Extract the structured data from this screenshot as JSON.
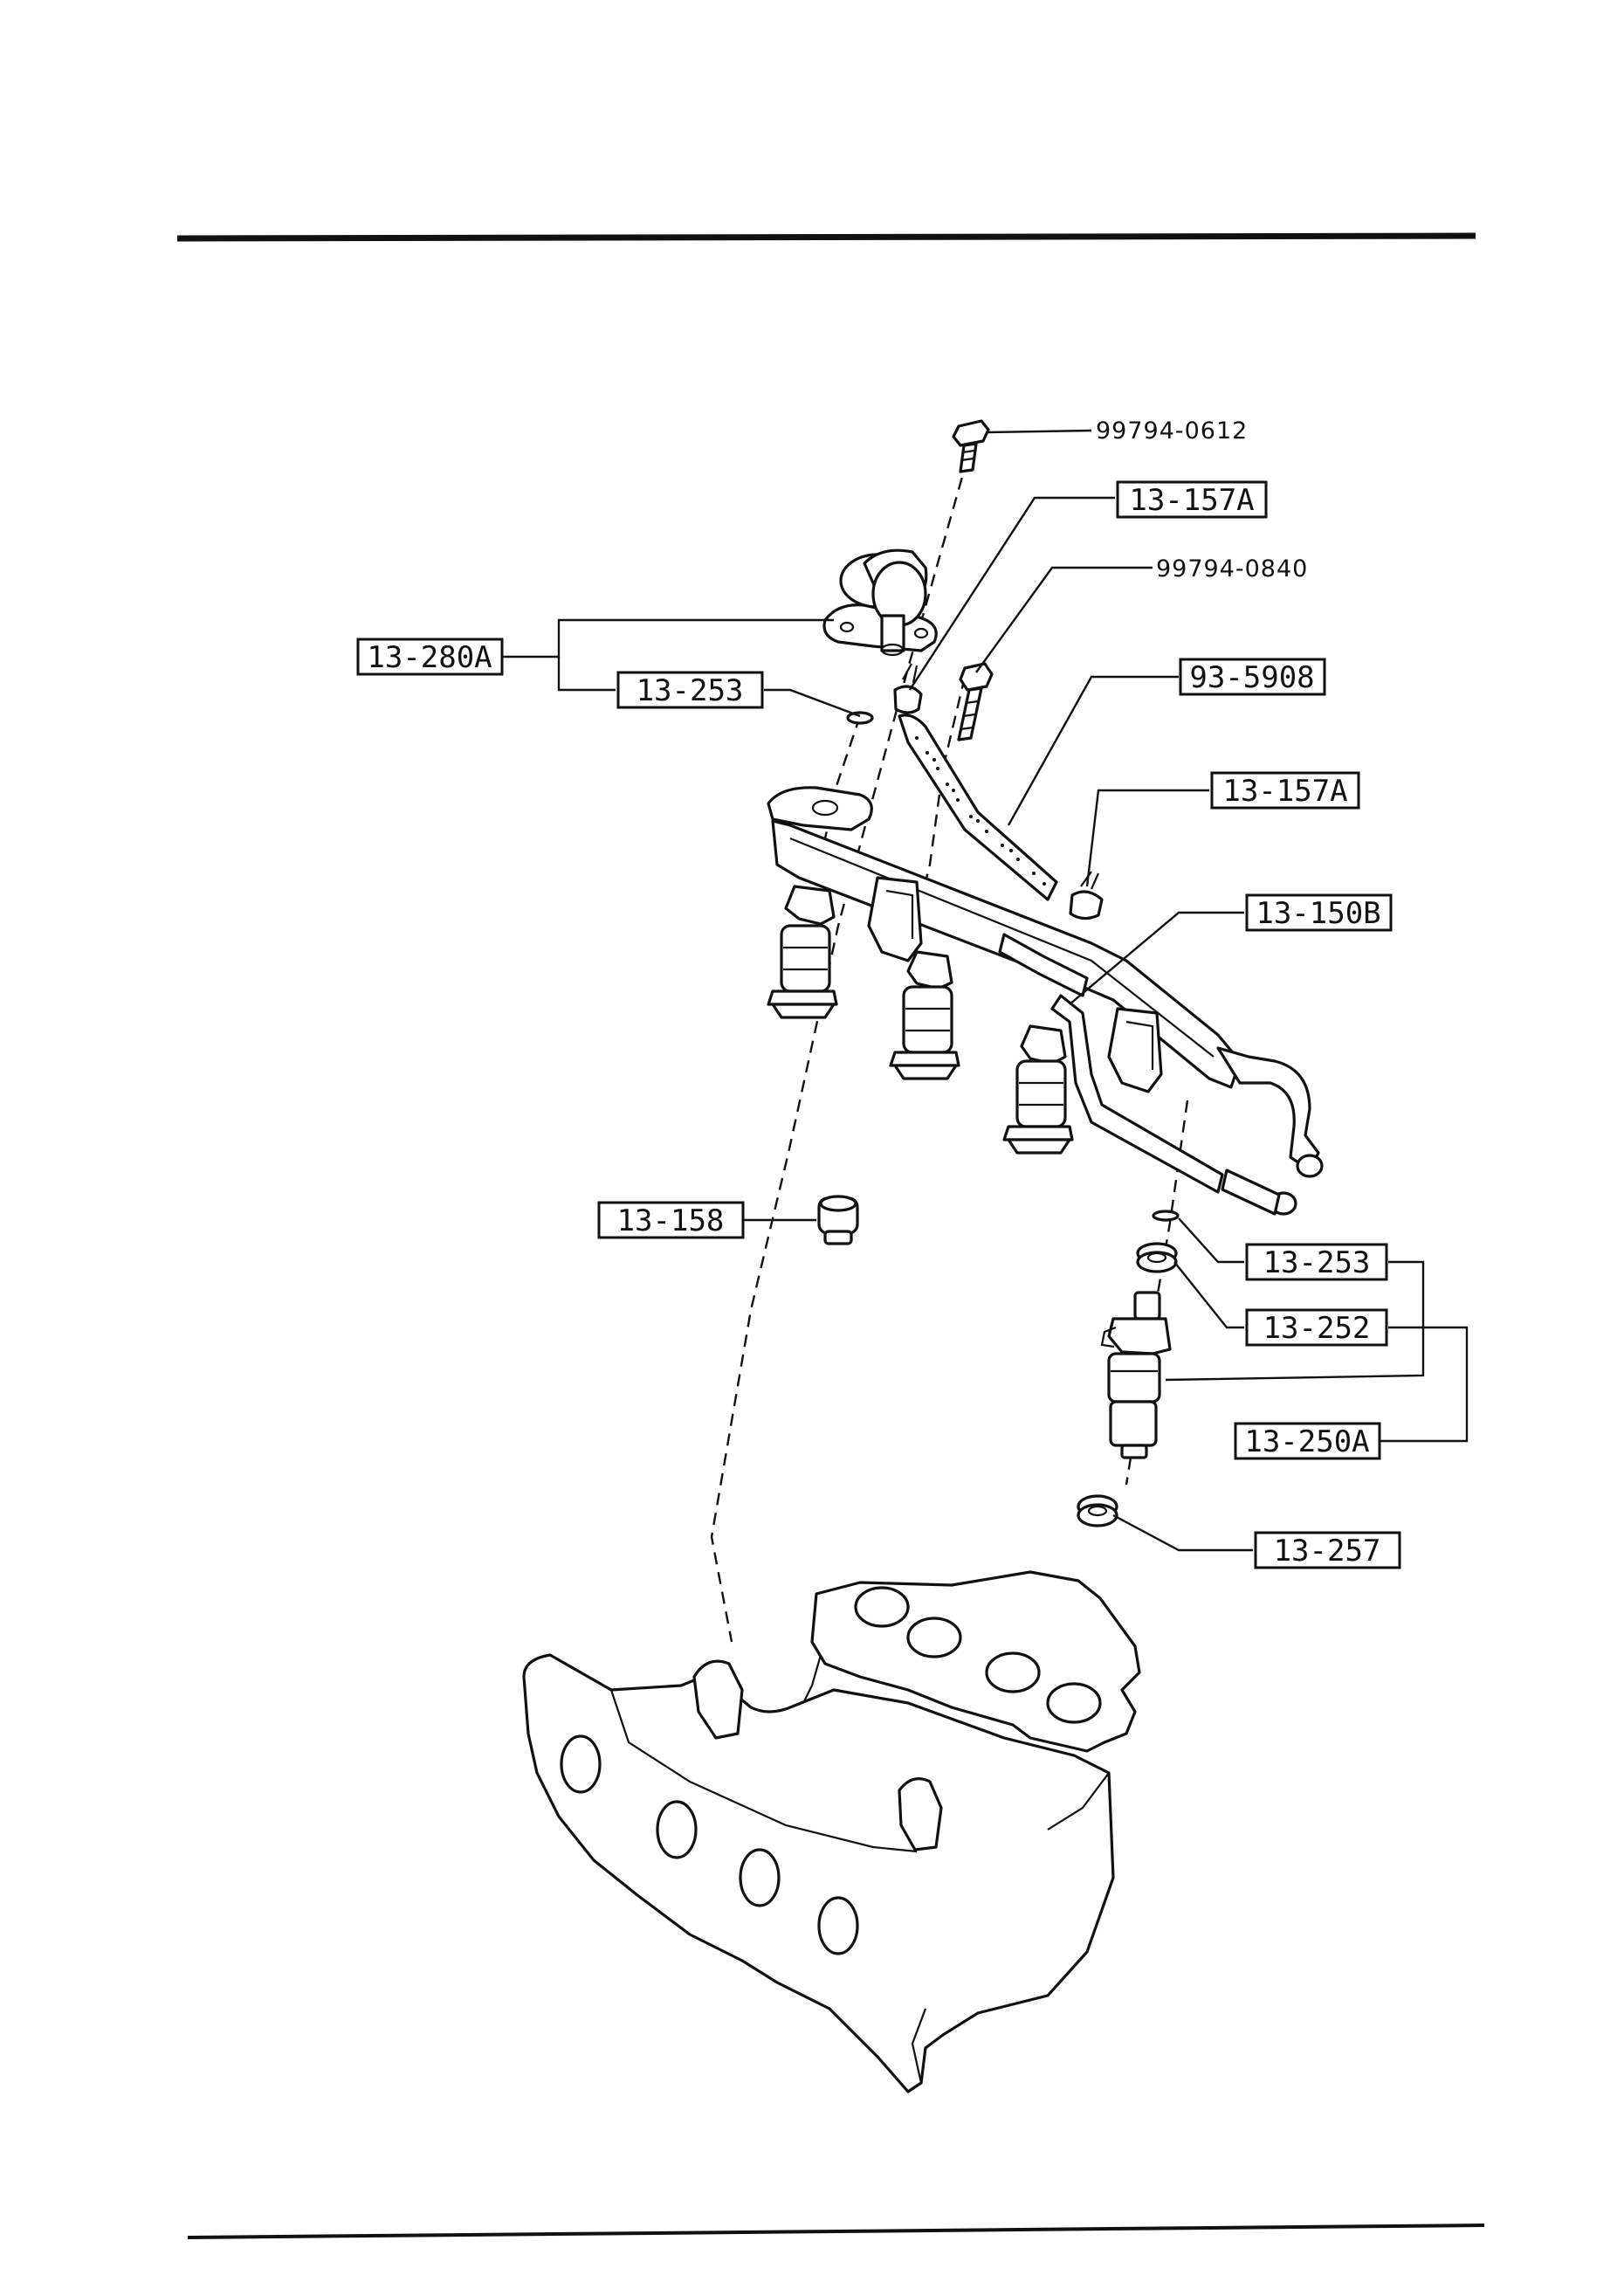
{
  "diagram": {
    "part_numbers": {
      "bolt_top": "99794-0612",
      "clip_top": "13-157A",
      "bolt_rail": "99794-0840",
      "hose": "93-5908",
      "clip_hose": "13-157A",
      "rail": "13-150B",
      "regulator": "13-280A",
      "regulator_oring": "13-253",
      "insulator": "13-158",
      "injector_oring": "13-253",
      "injector_cushion": "13-252",
      "injector": "13-250A",
      "injector_seal": "13-257"
    }
  }
}
